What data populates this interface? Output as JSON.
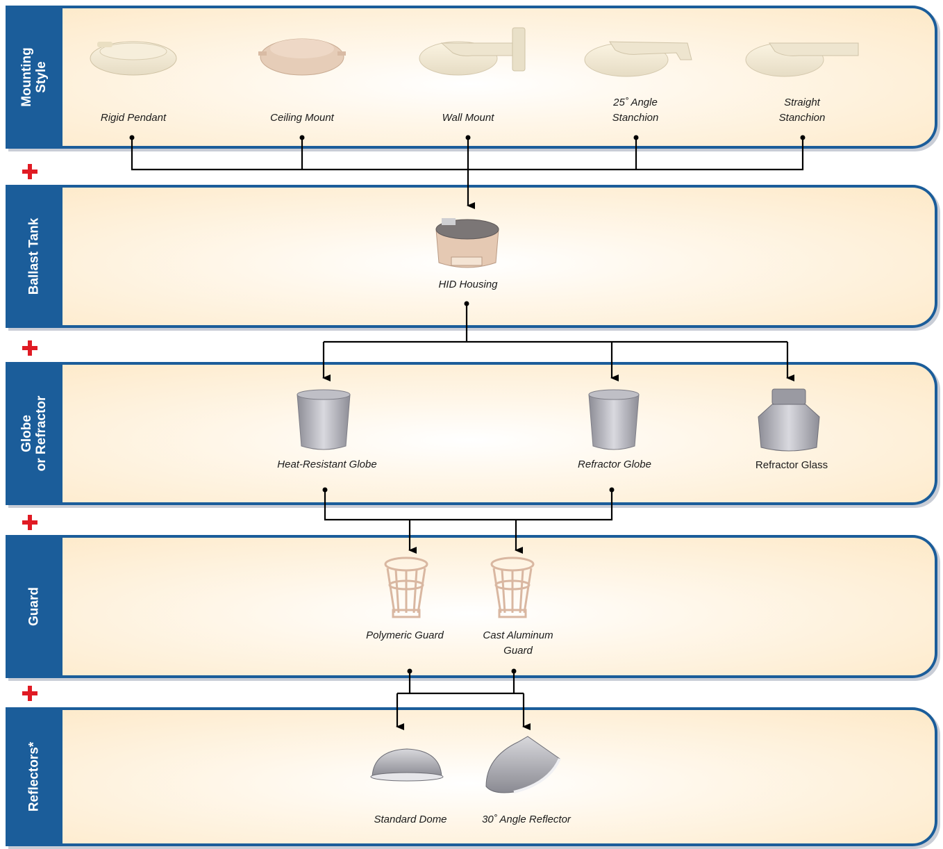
{
  "sections": {
    "mounting": {
      "title_line1": "Mounting",
      "title_line2": "Style",
      "items": [
        "Rigid Pendant",
        "Ceiling Mount",
        "Wall Mount"
      ],
      "angle_stanchion": {
        "line1": "25˚ Angle",
        "line2": "Stanchion"
      },
      "straight_stanchion": {
        "line1": "Straight",
        "line2": "Stanchion"
      }
    },
    "ballast": {
      "title": "Ballast Tank",
      "item": "HID Housing"
    },
    "globe": {
      "title_line1": "Globe",
      "title_line2": "or Refractor",
      "items": [
        "Heat-Resistant Globe",
        "Refractor Globe",
        "Refractor Glass"
      ]
    },
    "guard": {
      "title": "Guard",
      "polymeric": "Polymeric Guard",
      "cast_line1": "Cast Aluminum",
      "cast_line2": "Guard"
    },
    "reflectors": {
      "title": "Reflectors*",
      "items": [
        "Standard Dome",
        "30˚ Angle Reflector"
      ]
    }
  },
  "colors": {
    "band_border": "#1b5d9a",
    "band_fill": "#fde9c8",
    "plus": "#e01b24",
    "connector": "#000000"
  },
  "icons": [
    "rigid-pendant-image",
    "ceiling-mount-image",
    "wall-mount-image",
    "angle-stanchion-image",
    "straight-stanchion-image",
    "hid-housing-image",
    "heat-resistant-globe-image",
    "refractor-globe-image",
    "refractor-glass-image",
    "polymeric-guard-image",
    "cast-aluminum-guard-image",
    "standard-dome-image",
    "angle-reflector-image",
    "plus-icon"
  ]
}
